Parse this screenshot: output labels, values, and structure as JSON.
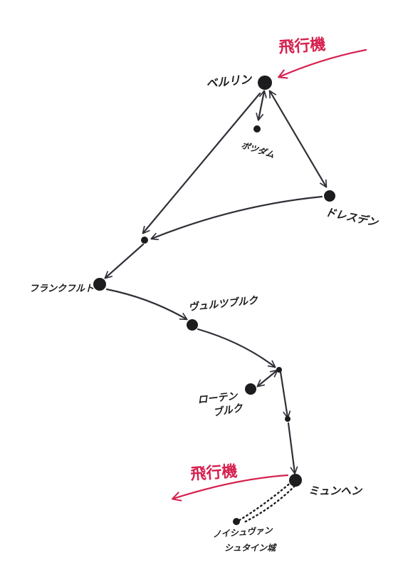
{
  "labels": {
    "berlin": "ベルリン",
    "potsdam": "ポツダム",
    "dresden": "ドレスデン",
    "frankfurt": "フランクフルト",
    "wurzburg": "ヴュルツブルク",
    "rothenburg_1": "ローテン",
    "rothenburg_2": "ブルク",
    "munich": "ミュンヘン",
    "neuschwanstein_1": "ノイシュヴァン",
    "neuschwanstein_2": "シュタイン城",
    "plane_north": "飛行機",
    "plane_south": "飛行機"
  },
  "colors": {
    "ink": "#1c1c1e",
    "line": "#2f2f38",
    "accent": "#d6204e"
  },
  "icons": {
    "city": "filled-dot",
    "waypoint": "small-dot",
    "flight": "curved-red-arrow"
  }
}
